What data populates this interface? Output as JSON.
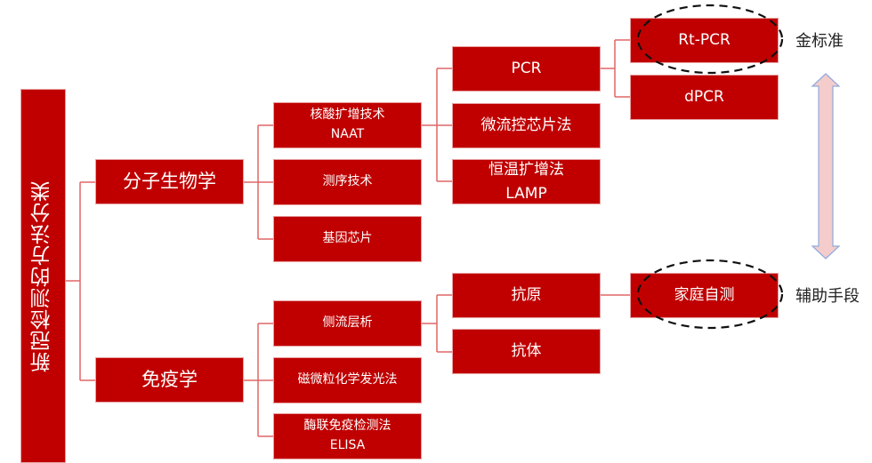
{
  "root": "新冠检测的方法分类",
  "molecular": {
    "label": "分子生物学",
    "naat": {
      "line1": "核酸扩增技术",
      "line2": "NAAT"
    },
    "sequencing": "测序技术",
    "gene_chip": "基因芯片",
    "pcr": "PCR",
    "microfluidic": "微流控芯片法",
    "lamp": {
      "line1": "恒温扩增法",
      "line2": "LAMP"
    },
    "rt_pcr": "Rt-PCR",
    "dpcr": "dPCR"
  },
  "immunology": {
    "label": "免疫学",
    "lateral_flow": "侧流层析",
    "chemiluminescence": "磁微粒化学发光法",
    "elisa": {
      "line1": "酶联免疫检测法",
      "line2": "ELISA"
    },
    "antigen": "抗原",
    "antibody": "抗体",
    "home_test": "家庭自测"
  },
  "annotations": {
    "gold_standard": "金标准",
    "auxiliary": "辅助手段"
  },
  "colors": {
    "box": "#c00000",
    "line": "#e06666",
    "arrow_fill": "#f4cccc",
    "arrow_stroke": "#8faadc"
  }
}
